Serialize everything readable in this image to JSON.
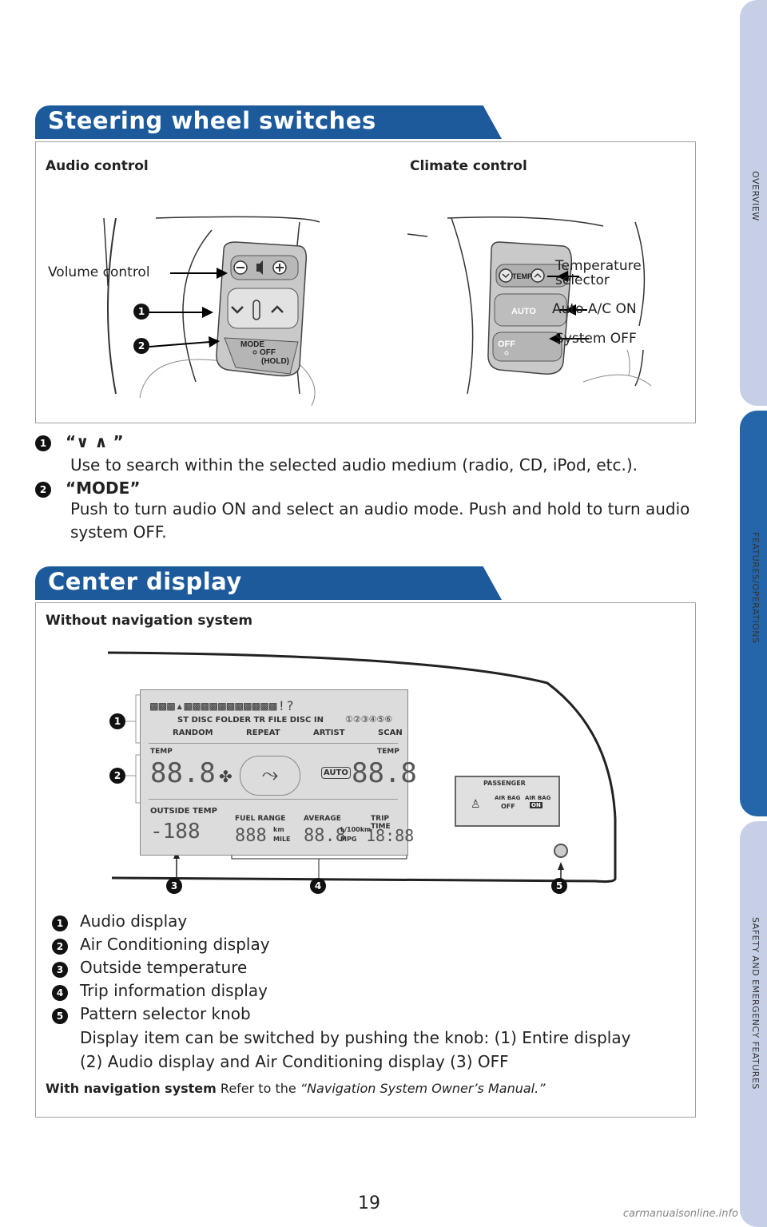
{
  "side_tabs": [
    {
      "label": "OVERVIEW",
      "color": "#c6cfe6"
    },
    {
      "label": "FEATURES/OPERATIONS",
      "color": "#2566ab"
    },
    {
      "label": "SAFETY AND EMERGENCY FEATURES",
      "color": "#c6cfe6"
    }
  ],
  "steering": {
    "title": "Steering wheel switches",
    "audio_label": "Audio control",
    "climate_label": "Climate control",
    "volume_control": "Volume control",
    "temp_selector_1": "Temperature",
    "temp_selector_2": "selector",
    "auto_ac": "Auto A/C ON",
    "system_off": "System OFF",
    "btn_mode": "MODE",
    "btn_off": "OFF",
    "btn_hold": "(HOLD)",
    "btn_temp": "TEMP",
    "btn_auto": "AUTO",
    "btn_off2": "OFF",
    "items": [
      {
        "num": "1",
        "title": "“∨ ∧ ”",
        "desc": "Use to search within the selected audio medium (radio, CD, iPod, etc.)."
      },
      {
        "num": "2",
        "title": "“MODE”",
        "desc": "Push to turn audio ON and select an audio mode. Push and hold to turn audio system OFF."
      }
    ]
  },
  "center": {
    "title": "Center display",
    "without_nav": "Without navigation system",
    "lcd": {
      "row1_labels": "ST DISC FOLDER TR FILE DISC IN",
      "row2_labels": "RANDOM REPEAT ARTIST SCAN",
      "temp_left": "TEMP",
      "temp_right": "TEMP",
      "digits_left": "88.8",
      "digits_right": "88.8",
      "auto": "AUTO",
      "outside_temp": "OUTSIDE TEMP",
      "outside_digits": "-188",
      "fuel_range": "FUEL RANGE",
      "average": "AVERAGE",
      "trip_time": "TRIP TIME",
      "unit_km": "km",
      "unit_mile": "MILE",
      "unit_l100": "L/100km",
      "unit_mpg": "MPG",
      "digits_fuel": "888",
      "digits_avg": "88.8",
      "digits_trip": "18:88"
    },
    "passenger": {
      "title": "PASSENGER",
      "airbag_off_1": "AIR BAG",
      "airbag_off_2": "OFF",
      "airbag_on_1": "AIR BAG",
      "airbag_on_2": "ON"
    },
    "items": [
      {
        "num": "1",
        "text": "Audio display"
      },
      {
        "num": "2",
        "text": "Air Conditioning display"
      },
      {
        "num": "3",
        "text": "Outside temperature"
      },
      {
        "num": "4",
        "text": "Trip information display"
      },
      {
        "num": "5",
        "text": "Pattern selector knob"
      }
    ],
    "knob_desc_1": "Display item can be switched by pushing the knob: (1) Entire display",
    "knob_desc_2": "(2) Audio display and Air Conditioning display (3) OFF",
    "with_nav_bold": "With navigation system",
    "with_nav_text": "Refer to the ",
    "with_nav_italic": "“Navigation System Owner’s Manual.”"
  },
  "page_number": "19",
  "watermark": "carmanualsonline.info"
}
